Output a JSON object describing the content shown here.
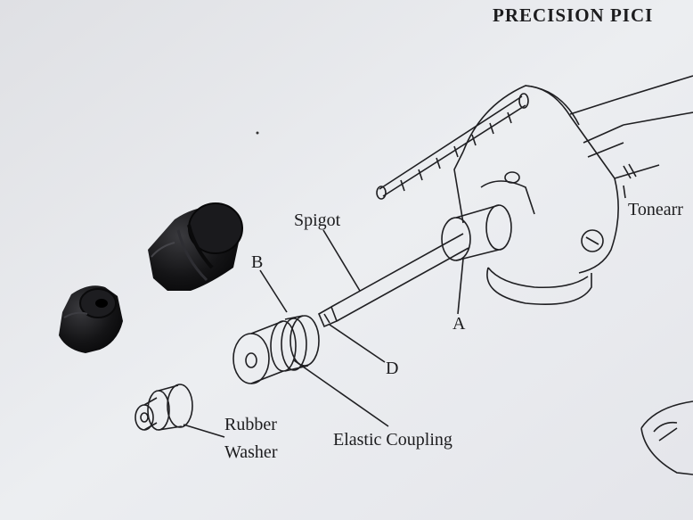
{
  "title_text": "PRECISION PICI",
  "labels": {
    "spigot": "Spigot",
    "tonearm": "Tonearr",
    "b": "B",
    "a": "A",
    "d": "D",
    "rubber_washer_1": "Rubber",
    "rubber_washer_2": "Washer",
    "elastic_coupling": "Elastic Coupling"
  },
  "colors": {
    "paper": "#e9eaee",
    "ink": "#1c1c1e",
    "rubber": "#141416"
  }
}
